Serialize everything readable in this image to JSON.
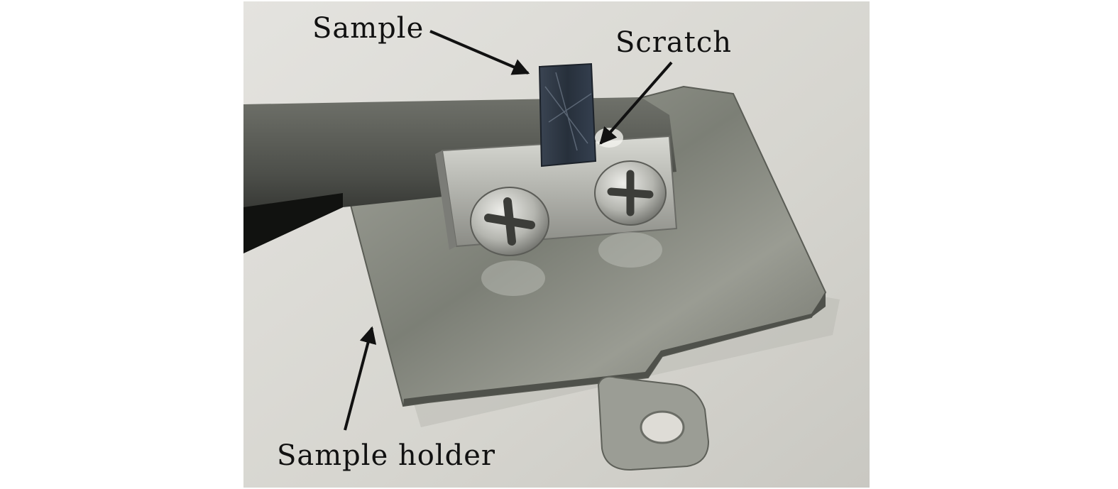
{
  "figure": {
    "labels": {
      "sample": "Sample",
      "scratch": "Scratch",
      "sample_holder": "Sample holder"
    },
    "icons": [
      "photo-sample-holder",
      "arrow"
    ]
  },
  "colors": {
    "background": "#ffffff",
    "wall": "#d9d8d3",
    "metal": "#8d8f86",
    "sample": "#2b3440",
    "text": "#111111"
  }
}
